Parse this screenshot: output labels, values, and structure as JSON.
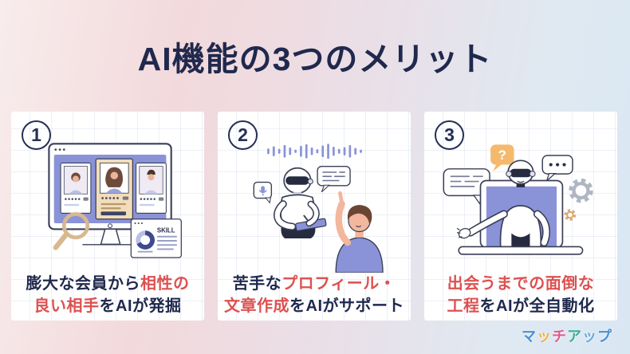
{
  "page": {
    "title": "AI機能の3つのメリット",
    "title_color": "#20294d",
    "background_left": "#f2d9dc",
    "background_right": "#d9e7f3"
  },
  "colors": {
    "navy": "#20294d",
    "red": "#dd5151",
    "purple": "#8a93d8",
    "cream": "#f2ddbb",
    "orange": "#f5b96e",
    "tan": "#d9b88f"
  },
  "cards": [
    {
      "number": "1",
      "illustration": "matching-screen-with-magnifier-and-skill-panel",
      "skill_label": "SKILL",
      "caption_lines": [
        [
          {
            "text": "膨大な会員から",
            "color": "navy"
          },
          {
            "text": "相性の",
            "color": "red"
          }
        ],
        [
          {
            "text": "良い相手",
            "color": "red"
          },
          {
            "text": "をAIが発掘",
            "color": "navy"
          }
        ]
      ]
    },
    {
      "number": "2",
      "illustration": "robot-writing-profile-with-man-and-voice-wave",
      "caption_lines": [
        [
          {
            "text": "苦手な",
            "color": "navy"
          },
          {
            "text": "プロフィール・",
            "color": "red"
          }
        ],
        [
          {
            "text": "文章作成",
            "color": "red"
          },
          {
            "text": "をAIがサポート",
            "color": "navy"
          }
        ]
      ]
    },
    {
      "number": "3",
      "illustration": "robot-in-laptop-with-chat-bubbles-and-gears",
      "bubble_question_mark": "?",
      "caption_lines": [
        [
          {
            "text": "出会うまでの面倒な",
            "color": "red"
          }
        ],
        [
          {
            "text": "工程",
            "color": "red"
          },
          {
            "text": "をAIが全自動化",
            "color": "navy"
          }
        ]
      ]
    }
  ],
  "footer": {
    "logo_text": "マッチアップ",
    "logo_chars": [
      {
        "text": "マ",
        "color": "#4a8fd4"
      },
      {
        "text": "ッ",
        "color": "#f2b13e"
      },
      {
        "text": "チ",
        "color": "#e05a8c"
      },
      {
        "text": "ア",
        "color": "#3fae92"
      },
      {
        "text": "ッ",
        "color": "#69a8dc"
      },
      {
        "text": "プ",
        "color": "#4a8fd4"
      }
    ]
  }
}
